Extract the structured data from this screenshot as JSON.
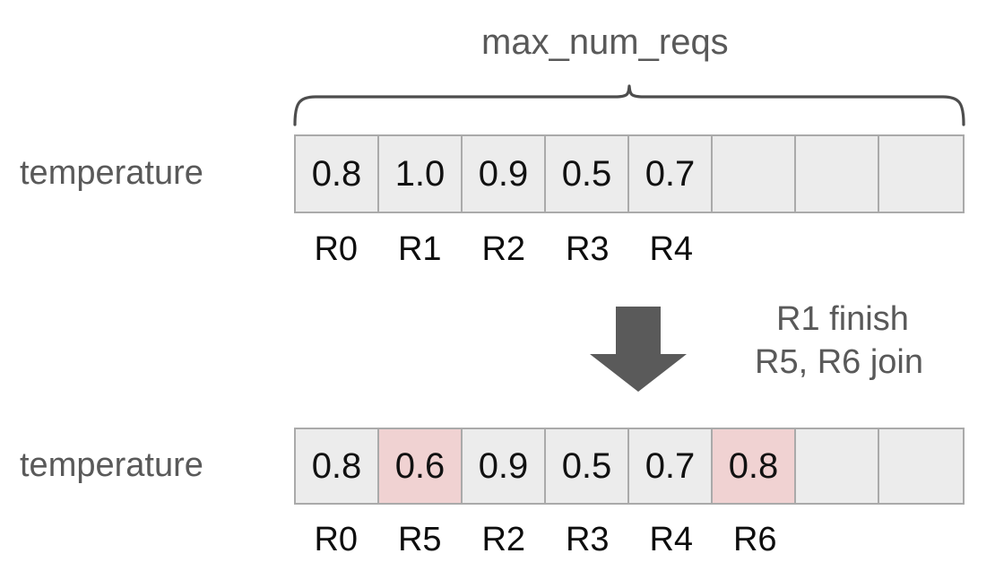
{
  "diagram": {
    "title": "max_num_reqs",
    "brace_icon": "curly-brace-icon",
    "arrow_icon": "down-arrow-icon",
    "transition_note_line1": "R1 finish",
    "transition_note_line2": "R5, R6 join",
    "colors": {
      "cell_fill": "#ececec",
      "cell_highlight": "#f0d2d2",
      "cell_border": "#aaaaaa",
      "label_text": "#595959",
      "value_text": "#111111",
      "arrow": "#5a5a5a",
      "brace": "#4d4d4d"
    },
    "rows": [
      {
        "label": "temperature",
        "capacity": 8,
        "cells": [
          {
            "value": "0.8",
            "highlight": false,
            "index": "R0"
          },
          {
            "value": "1.0",
            "highlight": false,
            "index": "R1"
          },
          {
            "value": "0.9",
            "highlight": false,
            "index": "R2"
          },
          {
            "value": "0.5",
            "highlight": false,
            "index": "R3"
          },
          {
            "value": "0.7",
            "highlight": false,
            "index": "R4"
          },
          {
            "value": "",
            "highlight": false,
            "index": ""
          },
          {
            "value": "",
            "highlight": false,
            "index": ""
          },
          {
            "value": "",
            "highlight": false,
            "index": ""
          }
        ]
      },
      {
        "label": "temperature",
        "capacity": 8,
        "cells": [
          {
            "value": "0.8",
            "highlight": false,
            "index": "R0"
          },
          {
            "value": "0.6",
            "highlight": true,
            "index": "R5"
          },
          {
            "value": "0.9",
            "highlight": false,
            "index": "R2"
          },
          {
            "value": "0.5",
            "highlight": false,
            "index": "R3"
          },
          {
            "value": "0.7",
            "highlight": false,
            "index": "R4"
          },
          {
            "value": "0.8",
            "highlight": true,
            "index": "R6"
          },
          {
            "value": "",
            "highlight": false,
            "index": ""
          },
          {
            "value": "",
            "highlight": false,
            "index": ""
          }
        ]
      }
    ]
  }
}
